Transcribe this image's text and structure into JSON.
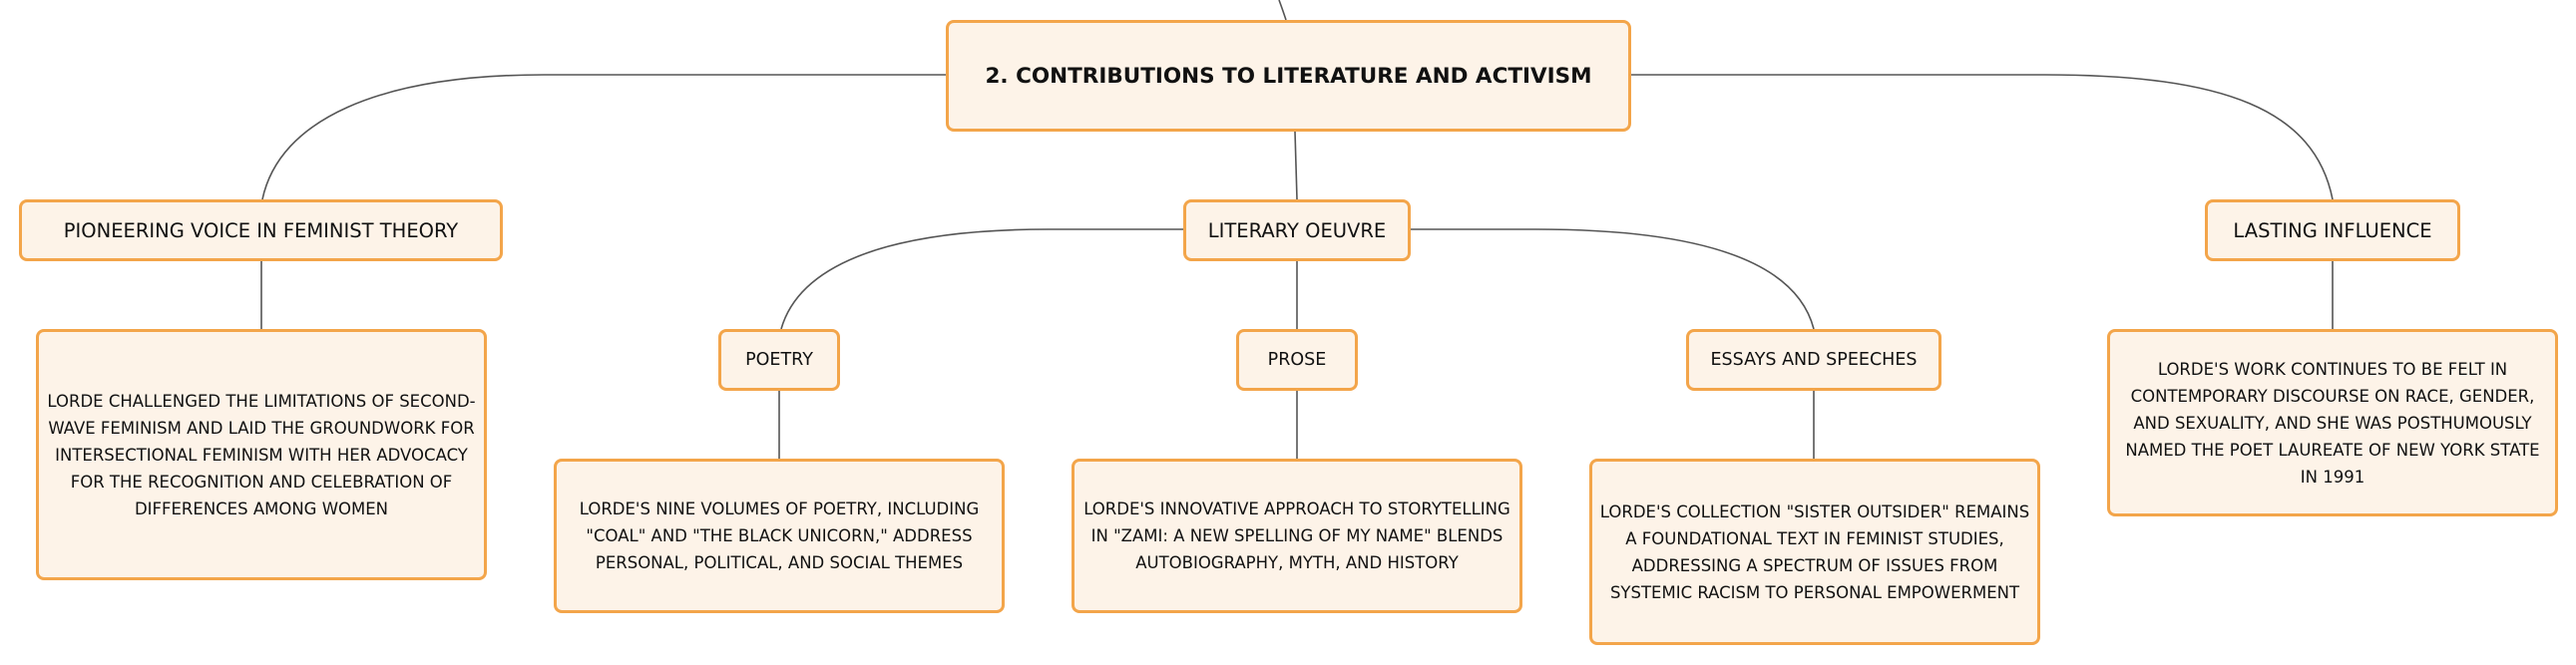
{
  "root": {
    "label": "2. CONTRIBUTIONS TO LITERATURE AND ACTIVISM"
  },
  "branches": {
    "feminist": {
      "label": "PIONEERING VOICE IN FEMINIST THEORY",
      "detail": "LORDE CHALLENGED THE LIMITATIONS OF SECOND-WAVE FEMINISM AND LAID THE GROUNDWORK FOR INTERSECTIONAL FEMINISM WITH HER ADVOCACY FOR THE RECOGNITION AND CELEBRATION OF DIFFERENCES AMONG WOMEN"
    },
    "oeuvre": {
      "label": "LITERARY OEUVRE",
      "poetry": {
        "label": "POETRY",
        "detail": "LORDE'S NINE VOLUMES OF POETRY, INCLUDING \"COAL\" AND \"THE BLACK UNICORN,\" ADDRESS PERSONAL, POLITICAL, AND SOCIAL THEMES"
      },
      "prose": {
        "label": "PROSE",
        "detail": "LORDE'S INNOVATIVE APPROACH TO STORYTELLING IN \"ZAMI: A NEW SPELLING OF MY NAME\" BLENDS AUTOBIOGRAPHY, MYTH, AND HISTORY"
      },
      "essays": {
        "label": "ESSAYS AND SPEECHES",
        "detail": "LORDE'S COLLECTION \"SISTER OUTSIDER\" REMAINS A FOUNDATIONAL TEXT IN FEMINIST STUDIES, ADDRESSING A SPECTRUM OF ISSUES FROM SYSTEMIC RACISM TO PERSONAL EMPOWERMENT"
      }
    },
    "influence": {
      "label": "LASTING INFLUENCE",
      "detail": "LORDE'S WORK CONTINUES TO BE FELT IN CONTEMPORARY DISCOURSE ON RACE, GENDER, AND SEXUALITY, AND SHE WAS POSTHUMOUSLY NAMED THE POET LAUREATE OF NEW YORK STATE IN 1991"
    }
  },
  "colors": {
    "border": "#f3a54a",
    "fill": "#fdf3e8",
    "line": "#555555"
  }
}
